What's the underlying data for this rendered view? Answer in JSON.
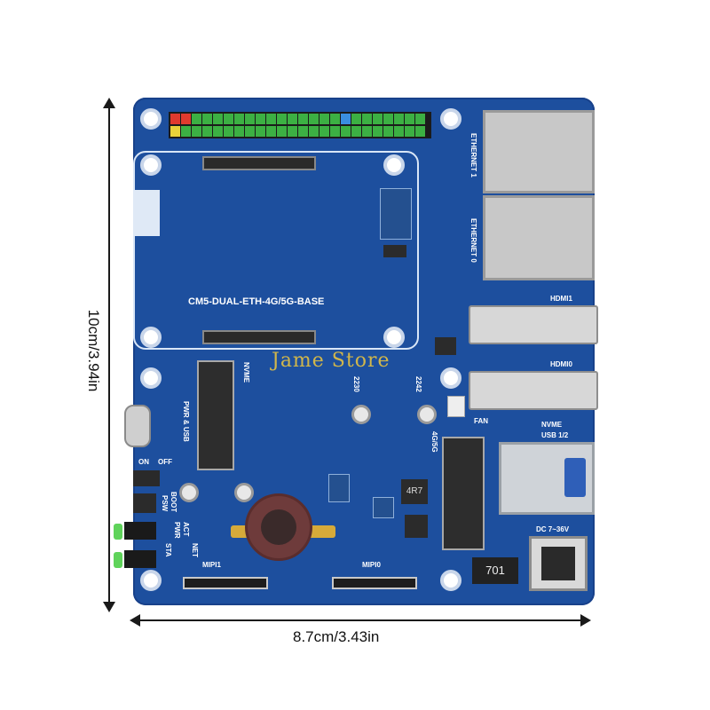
{
  "dimensions": {
    "height_label": "10cm/3.94in",
    "width_label": "8.7cm/3.43in"
  },
  "board": {
    "name": "CM5-DUAL-ETH-4G/5G-BASE",
    "color": "#1d4f9e"
  },
  "labels": {
    "ethernet1": "ETHERNET 1",
    "ethernet0": "ETHERNET 0",
    "hdmi1": "HDMI1",
    "hdmi0": "HDMI0",
    "fan": "FAN",
    "nvme_usb": "NVME",
    "usb": "USB 1/2",
    "dc": "DC 7~36V",
    "nvme_slot": "NVME",
    "slot_2230": "2230",
    "slot_2242": "2242",
    "slot_4g5g": "4G/5G",
    "pwr_usb": "PWR & USB",
    "on": "ON",
    "off": "OFF",
    "boot": "BOOT",
    "psw": "PSW",
    "act": "ACT",
    "pwr": "PWR",
    "sta": "STA",
    "net": "NET",
    "mipi1": "MIPI1",
    "mipi0": "MIPI0",
    "inductor_small": "4R7",
    "inductor_large": "701"
  },
  "watermark": "Jame Store"
}
